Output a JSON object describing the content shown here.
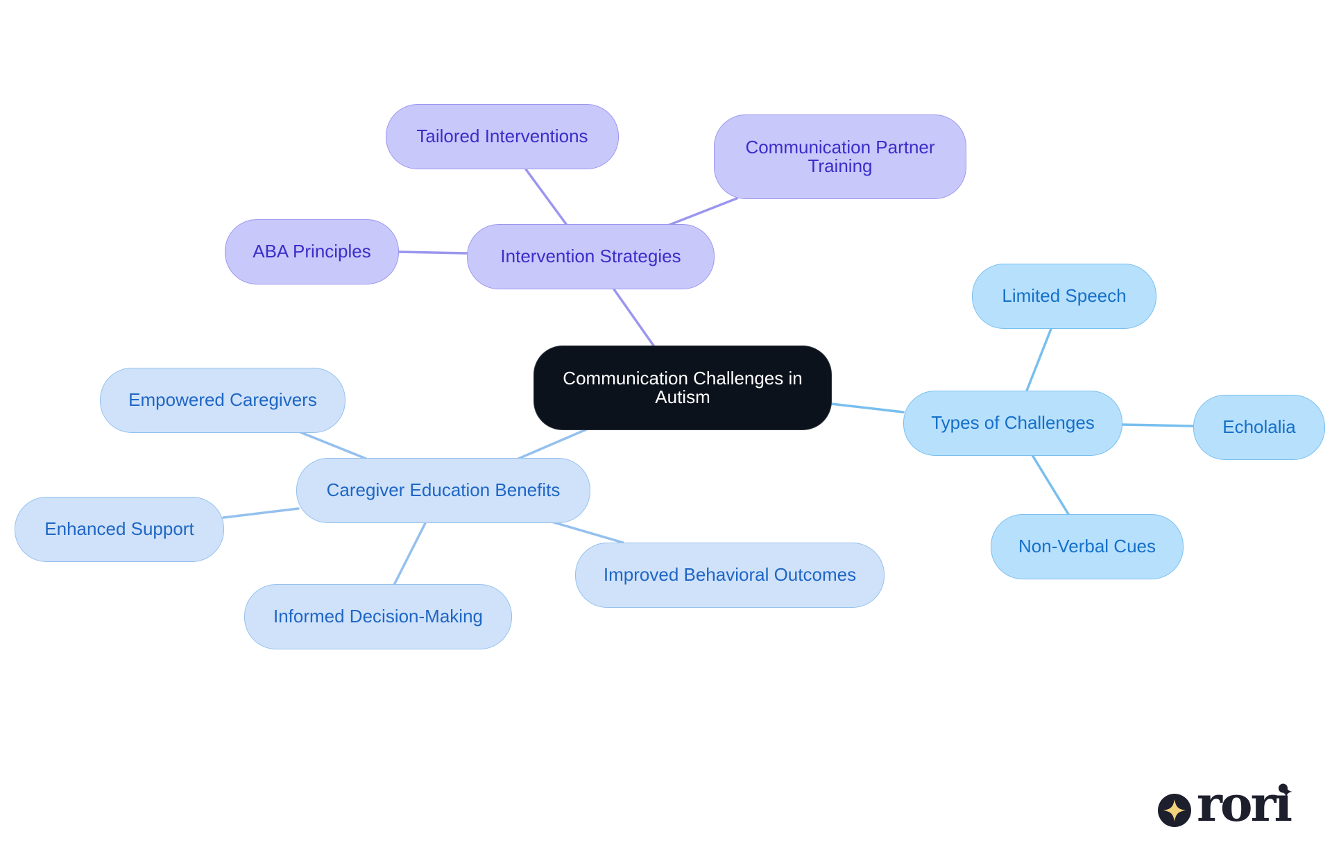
{
  "diagram": {
    "root": {
      "id": "root",
      "label": "Communication Challenges in Autism",
      "style": "root"
    },
    "branches": [
      {
        "id": "intervention",
        "label": "Intervention Strategies",
        "style": "purple",
        "children": [
          {
            "id": "tailored",
            "label": "Tailored Interventions"
          },
          {
            "id": "partner",
            "label": "Communication Partner Training"
          },
          {
            "id": "aba",
            "label": "ABA Principles"
          }
        ]
      },
      {
        "id": "caregiver",
        "label": "Caregiver Education Benefits",
        "style": "lightblue",
        "children": [
          {
            "id": "empowered",
            "label": "Empowered Caregivers"
          },
          {
            "id": "enhanced",
            "label": "Enhanced Support"
          },
          {
            "id": "informed",
            "label": "Informed Decision-Making"
          },
          {
            "id": "improved",
            "label": "Improved Behavioral Outcomes"
          }
        ]
      },
      {
        "id": "types",
        "label": "Types of Challenges",
        "style": "skyblue",
        "children": [
          {
            "id": "limited",
            "label": "Limited Speech"
          },
          {
            "id": "echolalia",
            "label": "Echolalia"
          },
          {
            "id": "nonverbal",
            "label": "Non-Verbal Cues"
          }
        ]
      }
    ]
  },
  "colors": {
    "root_fill": "#0c121b",
    "purple_fill": "#c9c8fb",
    "purple_text": "#3a2ec8",
    "purple_line": "#9b96ee",
    "lightblue_fill": "#cfe2fa",
    "lightblue_text": "#1f66c4",
    "lightblue_line": "#94c0ee",
    "skyblue_fill": "#b7e0fd",
    "skyblue_text": "#1670c8",
    "skyblue_line": "#78bfee"
  },
  "logo": {
    "text": "rori",
    "icon": "sparkle-icon"
  }
}
